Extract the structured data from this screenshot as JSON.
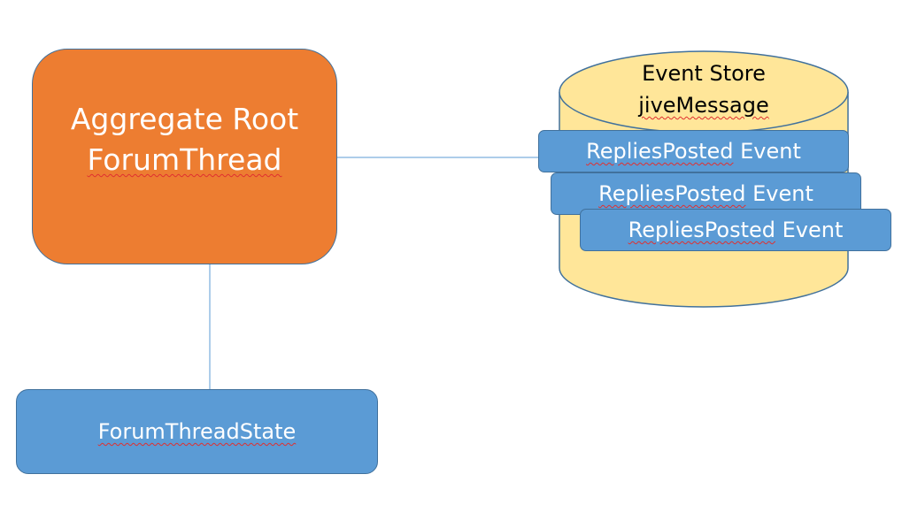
{
  "aggregate": {
    "line1": "Aggregate Root",
    "line2": "ForumThread",
    "fill": "#ed7d31"
  },
  "state": {
    "label": "ForumThreadState",
    "fill": "#5b9bd5"
  },
  "event_store": {
    "title": "Event Store",
    "subtitle": "jiveMessage",
    "fill": "#ffe699",
    "events": [
      {
        "name": "RepliesPosted",
        "suffix": " Event"
      },
      {
        "name": "RepliesPosted",
        "suffix": " Event"
      },
      {
        "name": "RepliesPosted",
        "suffix": " Event"
      }
    ]
  },
  "colors": {
    "border": "#41719c",
    "connector": "#5b9bd5",
    "spellcheck": "#e03030"
  }
}
